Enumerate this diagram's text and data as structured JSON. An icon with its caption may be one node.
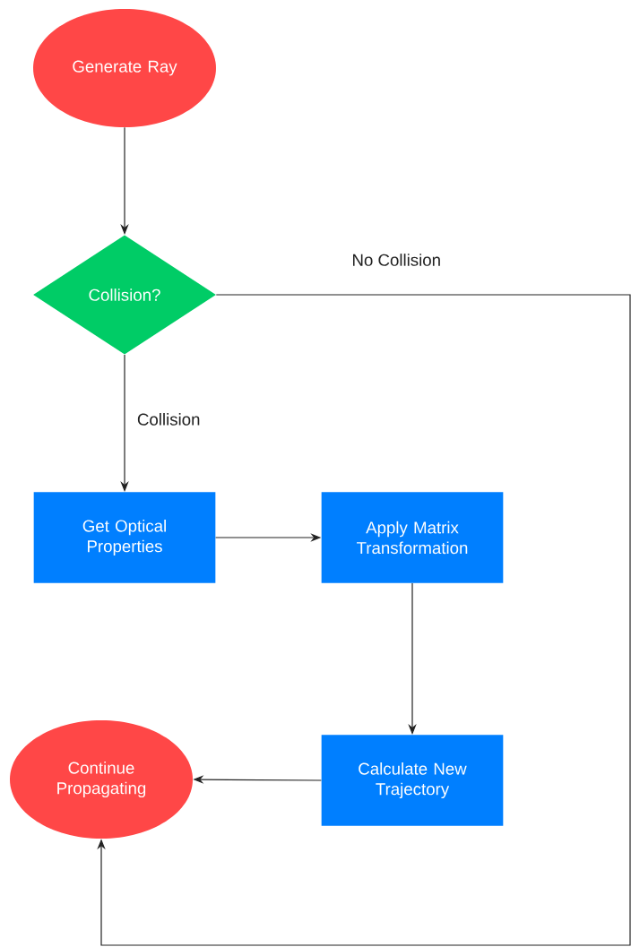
{
  "diagram": {
    "nodes": [
      {
        "text": [
          "Generate Ray"
        ]
      },
      {
        "text": [
          "Collision?"
        ]
      },
      {
        "text": [
          "Get Optical Properties"
        ]
      },
      {
        "text": [
          "Apply Matrix Transformation"
        ]
      },
      {
        "text": [
          "Calculate New Trajectory"
        ]
      },
      {
        "text": [
          "Continue Propagating"
        ]
      }
    ],
    "edges": [
      {
        "from": 0,
        "to": 1,
        "arrow": "to"
      },
      {
        "from": 1,
        "to": 2,
        "arrow": "to",
        "label": "Collision"
      },
      {
        "from": 2,
        "to": 3,
        "arrow": "to"
      },
      {
        "from": 3,
        "to": 4,
        "arrow": "to"
      },
      {
        "from": 4,
        "to": 5,
        "arrow": "to"
      },
      {
        "from": 1,
        "to": 5,
        "arrow": "to",
        "label": "No Collision"
      }
    ]
  }
}
